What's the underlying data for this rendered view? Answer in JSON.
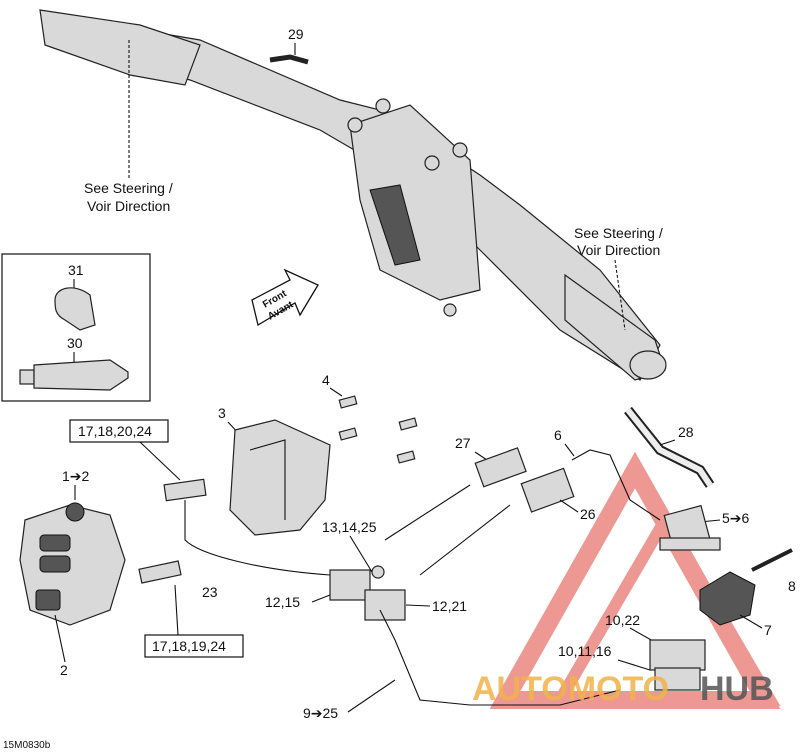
{
  "diagram": {
    "code": "15M0830b",
    "captions": {
      "see_steering_left_1": "See Steering /",
      "see_steering_left_2": "Voir Direction",
      "see_steering_right_1": "See Steering /",
      "see_steering_right_2": "Voir Direction",
      "front_1": "Front",
      "front_2": "Avant"
    },
    "labels": {
      "p29": "29",
      "p31": "31",
      "p30": "30",
      "p4": "4",
      "p3": "3",
      "p27": "27",
      "p6": "6",
      "p28": "28",
      "p1_2": "1➔2",
      "box_top": "17,18,20,24",
      "box_bottom": "17,18,19,24",
      "p13_14_25": "13,14,25",
      "p26": "26",
      "p5_6": "5➔6",
      "p12_15": "12,15",
      "p12_21": "12,21",
      "p23": "23",
      "p8": "8",
      "p7": "7",
      "p10_22": "10,22",
      "p2": "2",
      "p10_11_16": "10,11,16",
      "p9_25": "9➔25"
    },
    "watermark": {
      "text_a": "AUTOMOTO",
      "text_b": "HUB",
      "color": "#e0453a",
      "color_b": "#f2b24a"
    }
  }
}
